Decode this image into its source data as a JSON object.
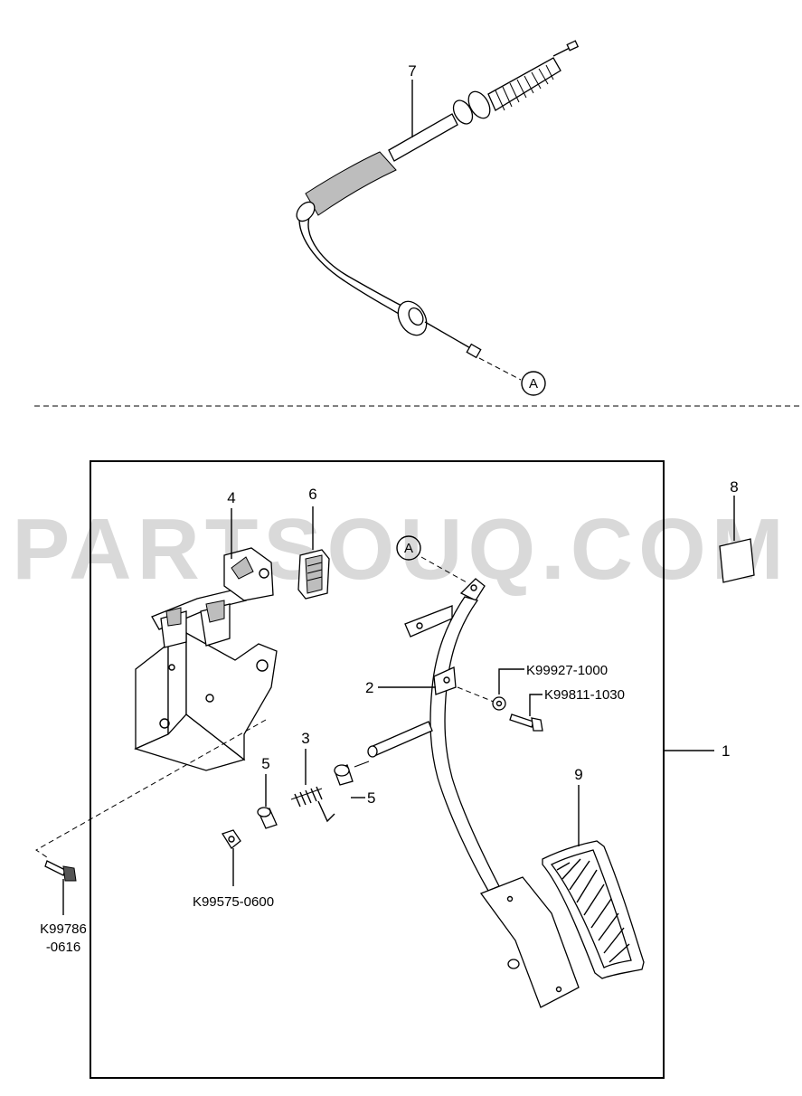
{
  "watermark": "PARTSOUQ.COM",
  "ref_marker": "A",
  "callouts": {
    "p1": "1",
    "p2": "2",
    "p3": "3",
    "p4": "4",
    "p5a": "5",
    "p5b": "5",
    "p6": "6",
    "p7": "7",
    "p8": "8",
    "p9": "9"
  },
  "part_codes": {
    "washer": "K99927-1000",
    "bolt_right": "K99811-1030",
    "clip": "K99575-0600",
    "bolt_left_line1": "K99786",
    "bolt_left_line2": "-0616"
  }
}
